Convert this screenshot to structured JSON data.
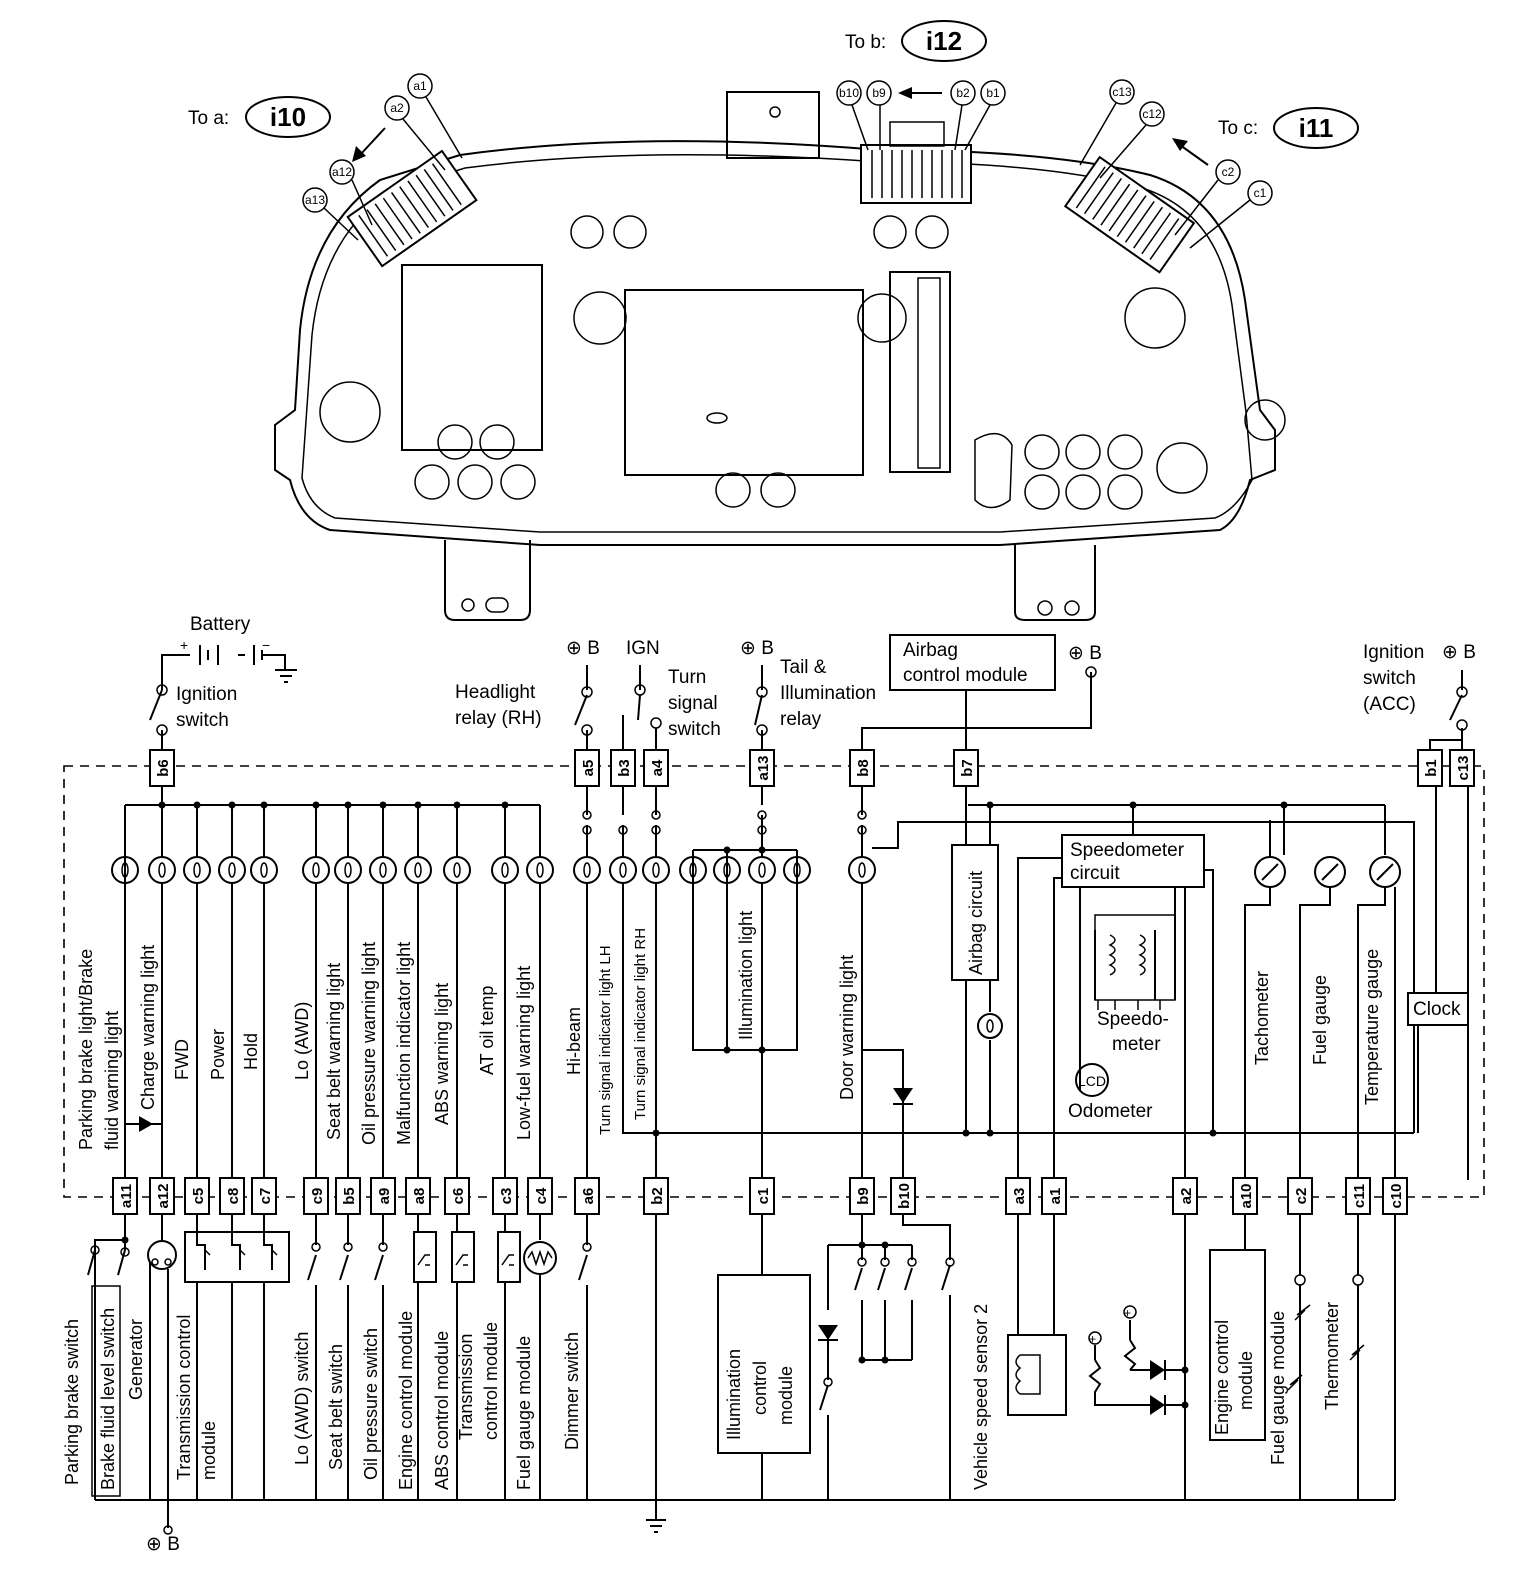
{
  "cluster": {
    "to_a": "To a:",
    "to_a_id": "i10",
    "to_b": "To b:",
    "to_b_id": "i12",
    "to_c": "To c:",
    "to_c_id": "i11",
    "a_pins": [
      "a1",
      "a2",
      "a12",
      "a13"
    ],
    "b_pins": [
      "b10",
      "b9",
      "b2",
      "b1"
    ],
    "c_pins": [
      "c13",
      "c12",
      "c2",
      "c1"
    ]
  },
  "top": {
    "battery": "Battery",
    "ign_switch_1": "Ignition",
    "ign_switch_2": "switch",
    "plus_b": "⊕ B",
    "headlight_1": "Headlight",
    "headlight_2": "relay (RH)",
    "ign": "IGN",
    "turn_1": "Turn",
    "turn_2": "signal",
    "turn_3": "switch",
    "tail_1": "Tail &",
    "tail_2": "Illumination",
    "tail_3": "relay",
    "airbag_1": "Airbag",
    "airbag_2": "control module",
    "ign_acc_1": "Ignition",
    "ign_acc_2": "switch",
    "ign_acc_3": "(ACC)"
  },
  "pins_top": [
    "b6",
    "a5",
    "b3",
    "a4",
    "a13",
    "b8",
    "b7",
    "b1",
    "c13"
  ],
  "pins_bottom": [
    "a11",
    "a12",
    "c5",
    "c8",
    "c7",
    "c9",
    "b5",
    "a9",
    "a8",
    "c6",
    "c3",
    "c4",
    "a6",
    "b2",
    "c1",
    "b9",
    "b10",
    "a3",
    "a1",
    "a2",
    "a10",
    "c2",
    "c11",
    "c10"
  ],
  "internal": {
    "parking_brake_1": "Parking brake light/Brake",
    "parking_brake_2": "fluid warning light",
    "charge": "Charge warning light",
    "fwd": "FWD",
    "power": "Power",
    "hold": "Hold",
    "lo_awd": "Lo (AWD)",
    "seat_belt": "Seat belt warning light",
    "oil_pressure": "Oil pressure warning light",
    "malfunction": "Malfunction indicator light",
    "abs": "ABS warning light",
    "at_oil": "AT oil temp",
    "low_fuel": "Low-fuel warning light",
    "hi_beam": "Hi-beam",
    "turn_lh": "Turn signal indicator light LH",
    "turn_rh": "Turn signal indicator light RH",
    "illumination": "Illumination light",
    "door": "Door warning light",
    "airbag_circuit": "Airbag circuit",
    "speedo_circuit_1": "Speedometer",
    "speedo_circuit_2": "circuit",
    "speedo_1": "Speedo-",
    "speedo_2": "meter",
    "lcd": "LCD",
    "odometer": "Odometer",
    "tachometer": "Tachometer",
    "fuel_gauge": "Fuel gauge",
    "temp_gauge": "Temperature gauge",
    "clock": "Clock"
  },
  "external": {
    "parking_brake_sw": "Parking brake switch",
    "brake_fluid_sw": "Brake fluid level switch",
    "generator": "Generator",
    "tcm_1": "Transmission control",
    "tcm_2": "module",
    "lo_awd_sw": "Lo (AWD) switch",
    "seat_belt_sw": "Seat belt switch",
    "oil_pressure_sw": "Oil pressure switch",
    "ecm": "Engine control module",
    "abs_cm": "ABS control module",
    "tcm2_1": "Transmission",
    "tcm2_2": "control module",
    "fuel_gauge_module": "Fuel gauge module",
    "dimmer": "Dimmer switch",
    "illum_cm_1": "Illumination",
    "illum_cm_2": "control",
    "illum_cm_3": "module",
    "vss": "Vehicle speed sensor 2",
    "ecm2_1": "Engine control",
    "ecm2_2": "module",
    "fuel_gauge_module2": "Fuel gauge module",
    "thermometer": "Thermometer",
    "plus_b_bottom": "⊕ B"
  }
}
